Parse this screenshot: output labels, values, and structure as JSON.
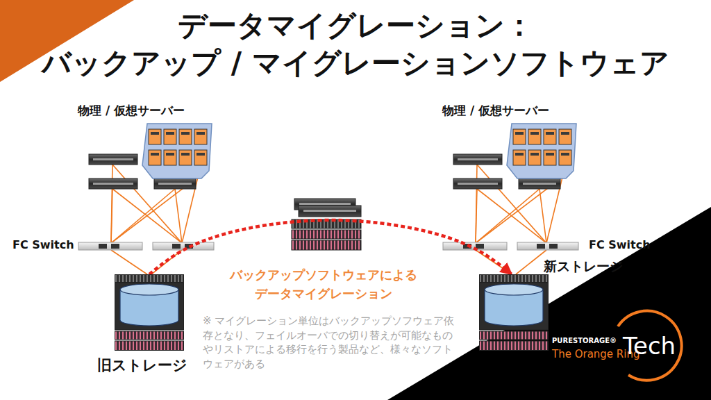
{
  "diagram": {
    "title": "データマイグレーション： バックアップ / マイグレーションソフトウェア",
    "nodes": [
      {
        "text": [
          "旧ストレージ"
        ]
      },
      {
        "text": [
          "新ストレージ"
        ]
      }
    ],
    "edges": [
      {
        "from": 0,
        "to": 1,
        "arrow": "to"
      }
    ],
    "labels": [
      "物理 / 仮想サーバー",
      "物理 / 仮想サーバー",
      "FC Switch",
      "FC Switch",
      "バックアップソフトウェアによる データマイグレーション",
      "※ マイグレーション単位はバックアップソフウェア依存となり、フェイルオーバでの切り替えが可能なものやリストアによる移行を行う製品など、様々なソフトウェアがある",
      "PURESTORAGE®",
      "The Orange Ring",
      "Tech"
    ]
  }
}
